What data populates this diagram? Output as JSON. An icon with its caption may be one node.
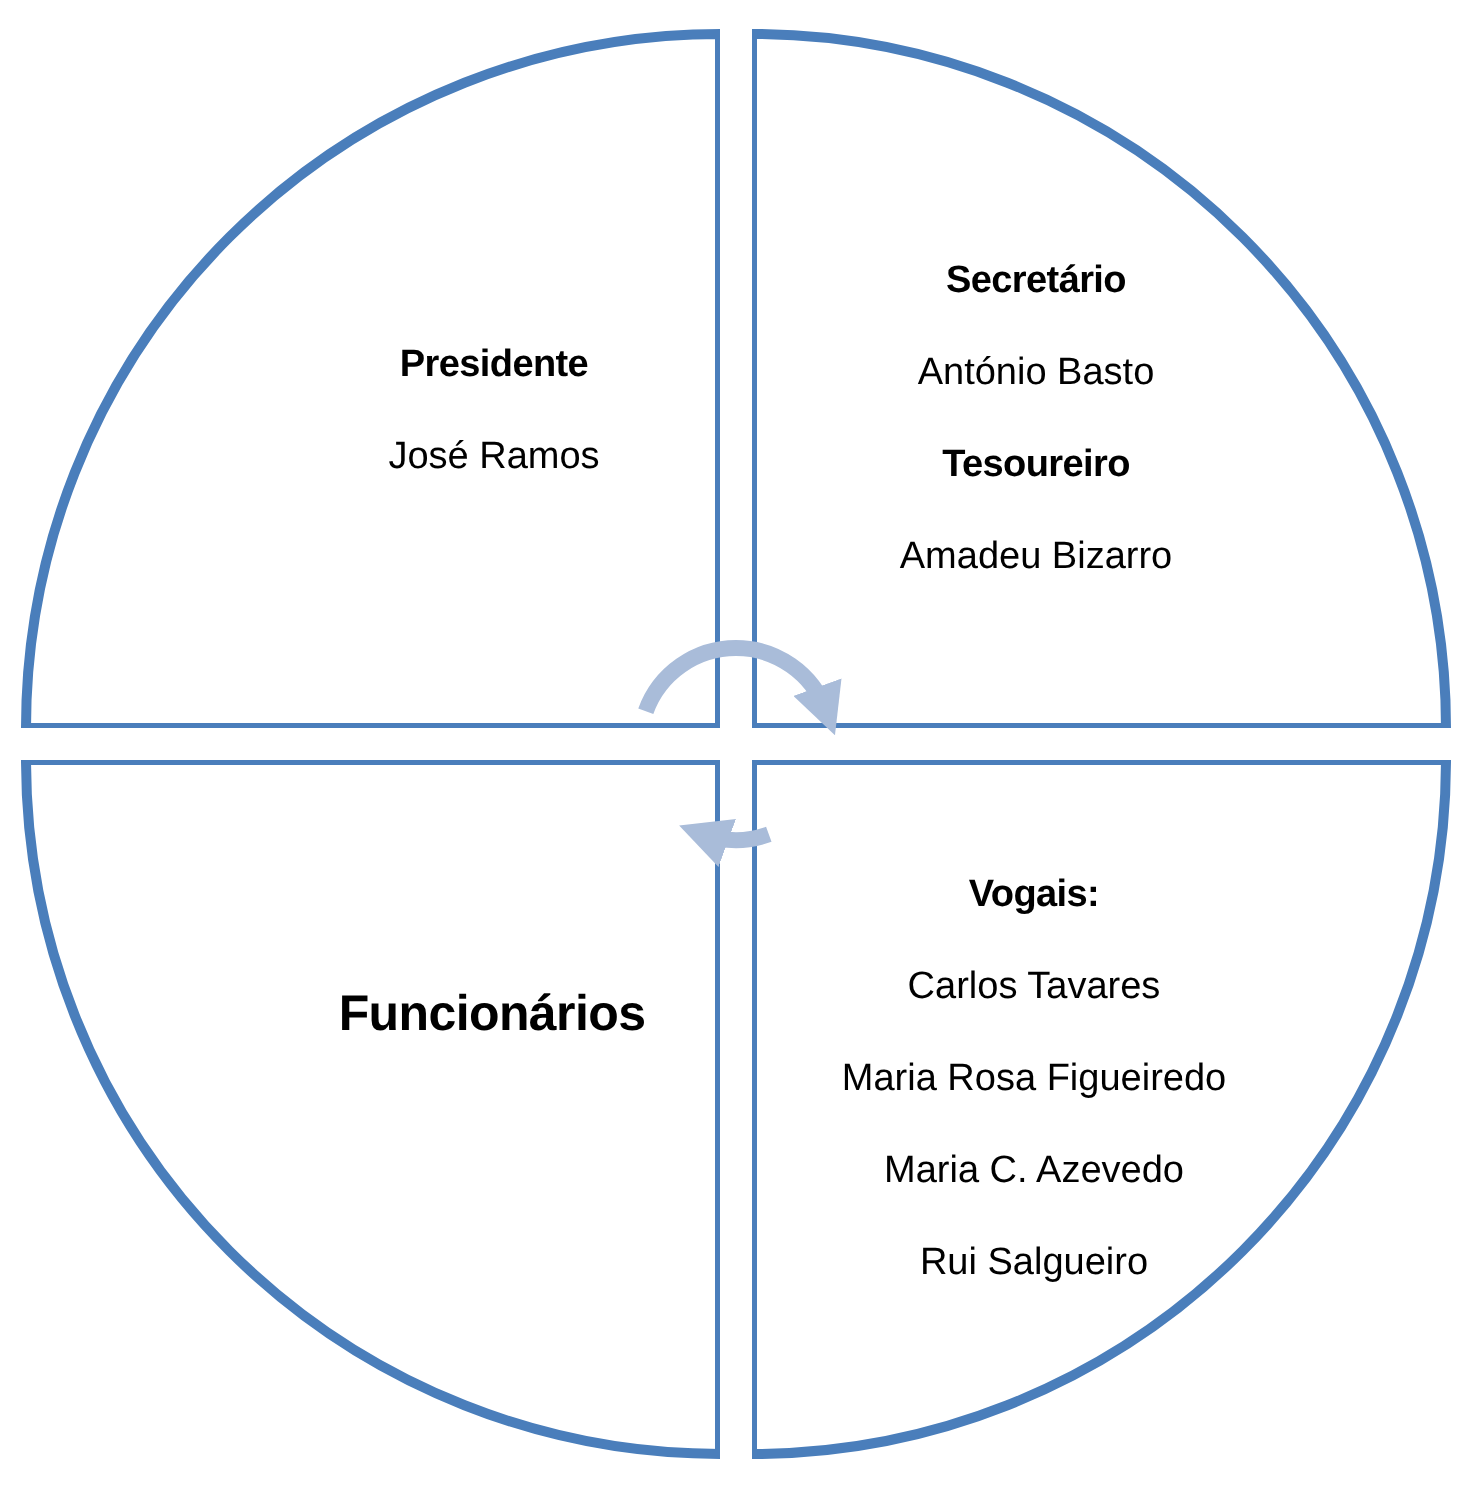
{
  "diagram": {
    "nodes": [
      {
        "text": [
          "Presidente",
          "José Ramos"
        ]
      },
      {
        "text": [
          "Secretário",
          "António Basto",
          "Tesoureiro",
          "Amadeu Bizarro"
        ]
      },
      {
        "text": [
          "Funcionários"
        ]
      },
      {
        "text": [
          "Vogais:",
          "Carlos Tavares",
          "Maria Rosa Figueiredo",
          "Maria C. Azevedo",
          "Rui Salgueiro"
        ]
      }
    ],
    "edges": [
      {
        "from": 0,
        "to": 1,
        "arrow": "to"
      },
      {
        "from": 3,
        "to": 2,
        "arrow": "to"
      }
    ]
  }
}
